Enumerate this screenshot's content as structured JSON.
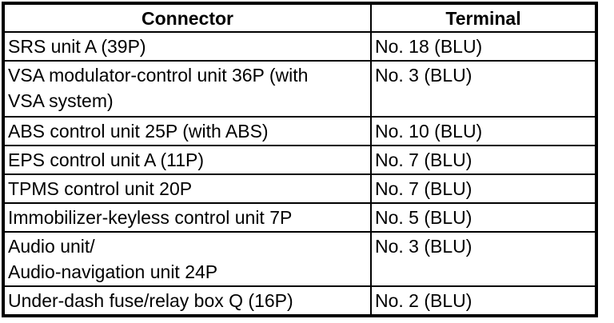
{
  "table": {
    "headers": {
      "connector": "Connector",
      "terminal": "Terminal"
    },
    "rows": [
      {
        "connector": "SRS unit A (39P)",
        "terminal": "No. 18 (BLU)"
      },
      {
        "connector": "VSA modulator-control unit 36P (with\nVSA system)",
        "terminal": "No. 3 (BLU)"
      },
      {
        "connector": "ABS control unit 25P (with ABS)",
        "terminal": "No. 10 (BLU)"
      },
      {
        "connector": "EPS control unit A (11P)",
        "terminal": "No. 7 (BLU)"
      },
      {
        "connector": "TPMS control unit 20P",
        "terminal": "No. 7 (BLU)"
      },
      {
        "connector": "Immobilizer-keyless control unit 7P",
        "terminal": "No. 5 (BLU)"
      },
      {
        "connector": "Audio unit/\nAudio-navigation unit 24P",
        "terminal": "No. 3 (BLU)"
      },
      {
        "connector": "Under-dash fuse/relay box Q (16P)",
        "terminal": "No. 2 (BLU)"
      }
    ],
    "colors": {
      "border": "#000000",
      "background": "#ffffff",
      "text": "#000000"
    }
  }
}
